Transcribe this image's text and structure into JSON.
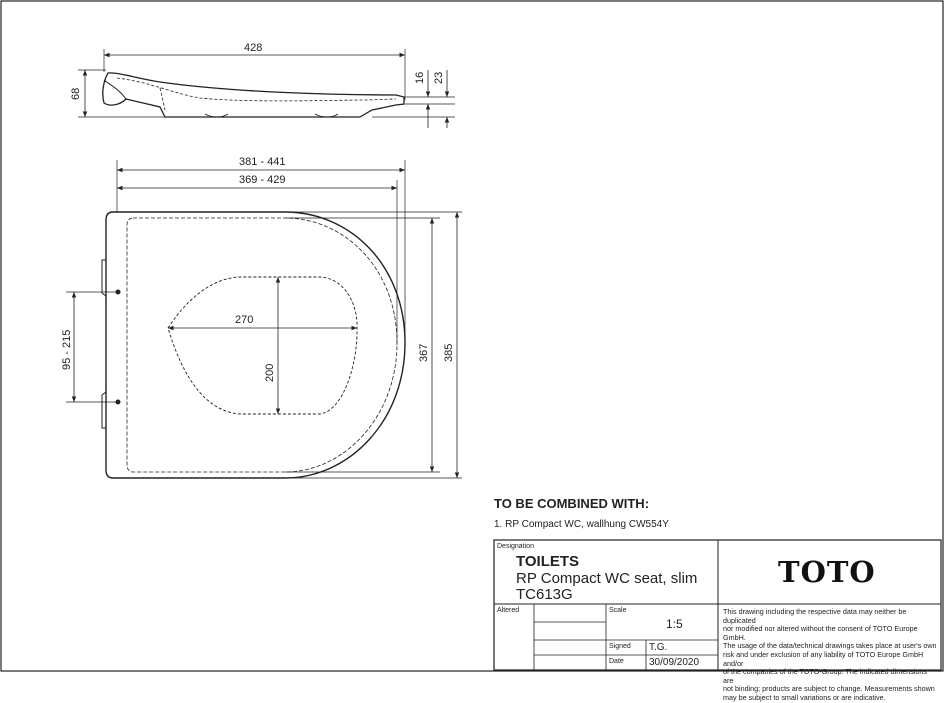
{
  "dimensions": {
    "side_length": "428",
    "side_height": "68",
    "side_thickness_a": "16",
    "side_thickness_b": "23",
    "width_outer": "381 - 441",
    "width_inner": "369 - 429",
    "hinge_spacing": "95 - 215",
    "opening_width": "270",
    "opening_height": "200",
    "depth_inner": "367",
    "depth_outer": "385"
  },
  "combine": {
    "heading": "TO BE COMBINED WITH:",
    "items": [
      "1.  RP Compact WC, wallhung  CW554Y"
    ]
  },
  "title_block": {
    "designation_label": "Designation",
    "designation_line1": "TOILETS",
    "designation_line2": "RP Compact WC seat, slim",
    "designation_line3": "TC613G",
    "logo": "TOTO",
    "altered_label": "Altered",
    "scale_label": "Scale",
    "scale_value": "1:5",
    "signed_label": "Signed",
    "signed_value": "T.G.",
    "date_label": "Date",
    "date_value": "30/09/2020",
    "disclaimer": [
      "This drawing including the respective data may neither be duplicated",
      "nor modified nor altered without the consent of TOTO Europe GmbH.",
      "The usage of the data/technical drawings takes place at user's own",
      "risk and under exclusion of any liability of TOTO Europe GmbH and/or",
      "of the companies of the TOTO-Group. The indicated dimensions are",
      "not binding; products are subject to change. Measurements shown",
      "may be subject to small variations or are indicative."
    ]
  }
}
